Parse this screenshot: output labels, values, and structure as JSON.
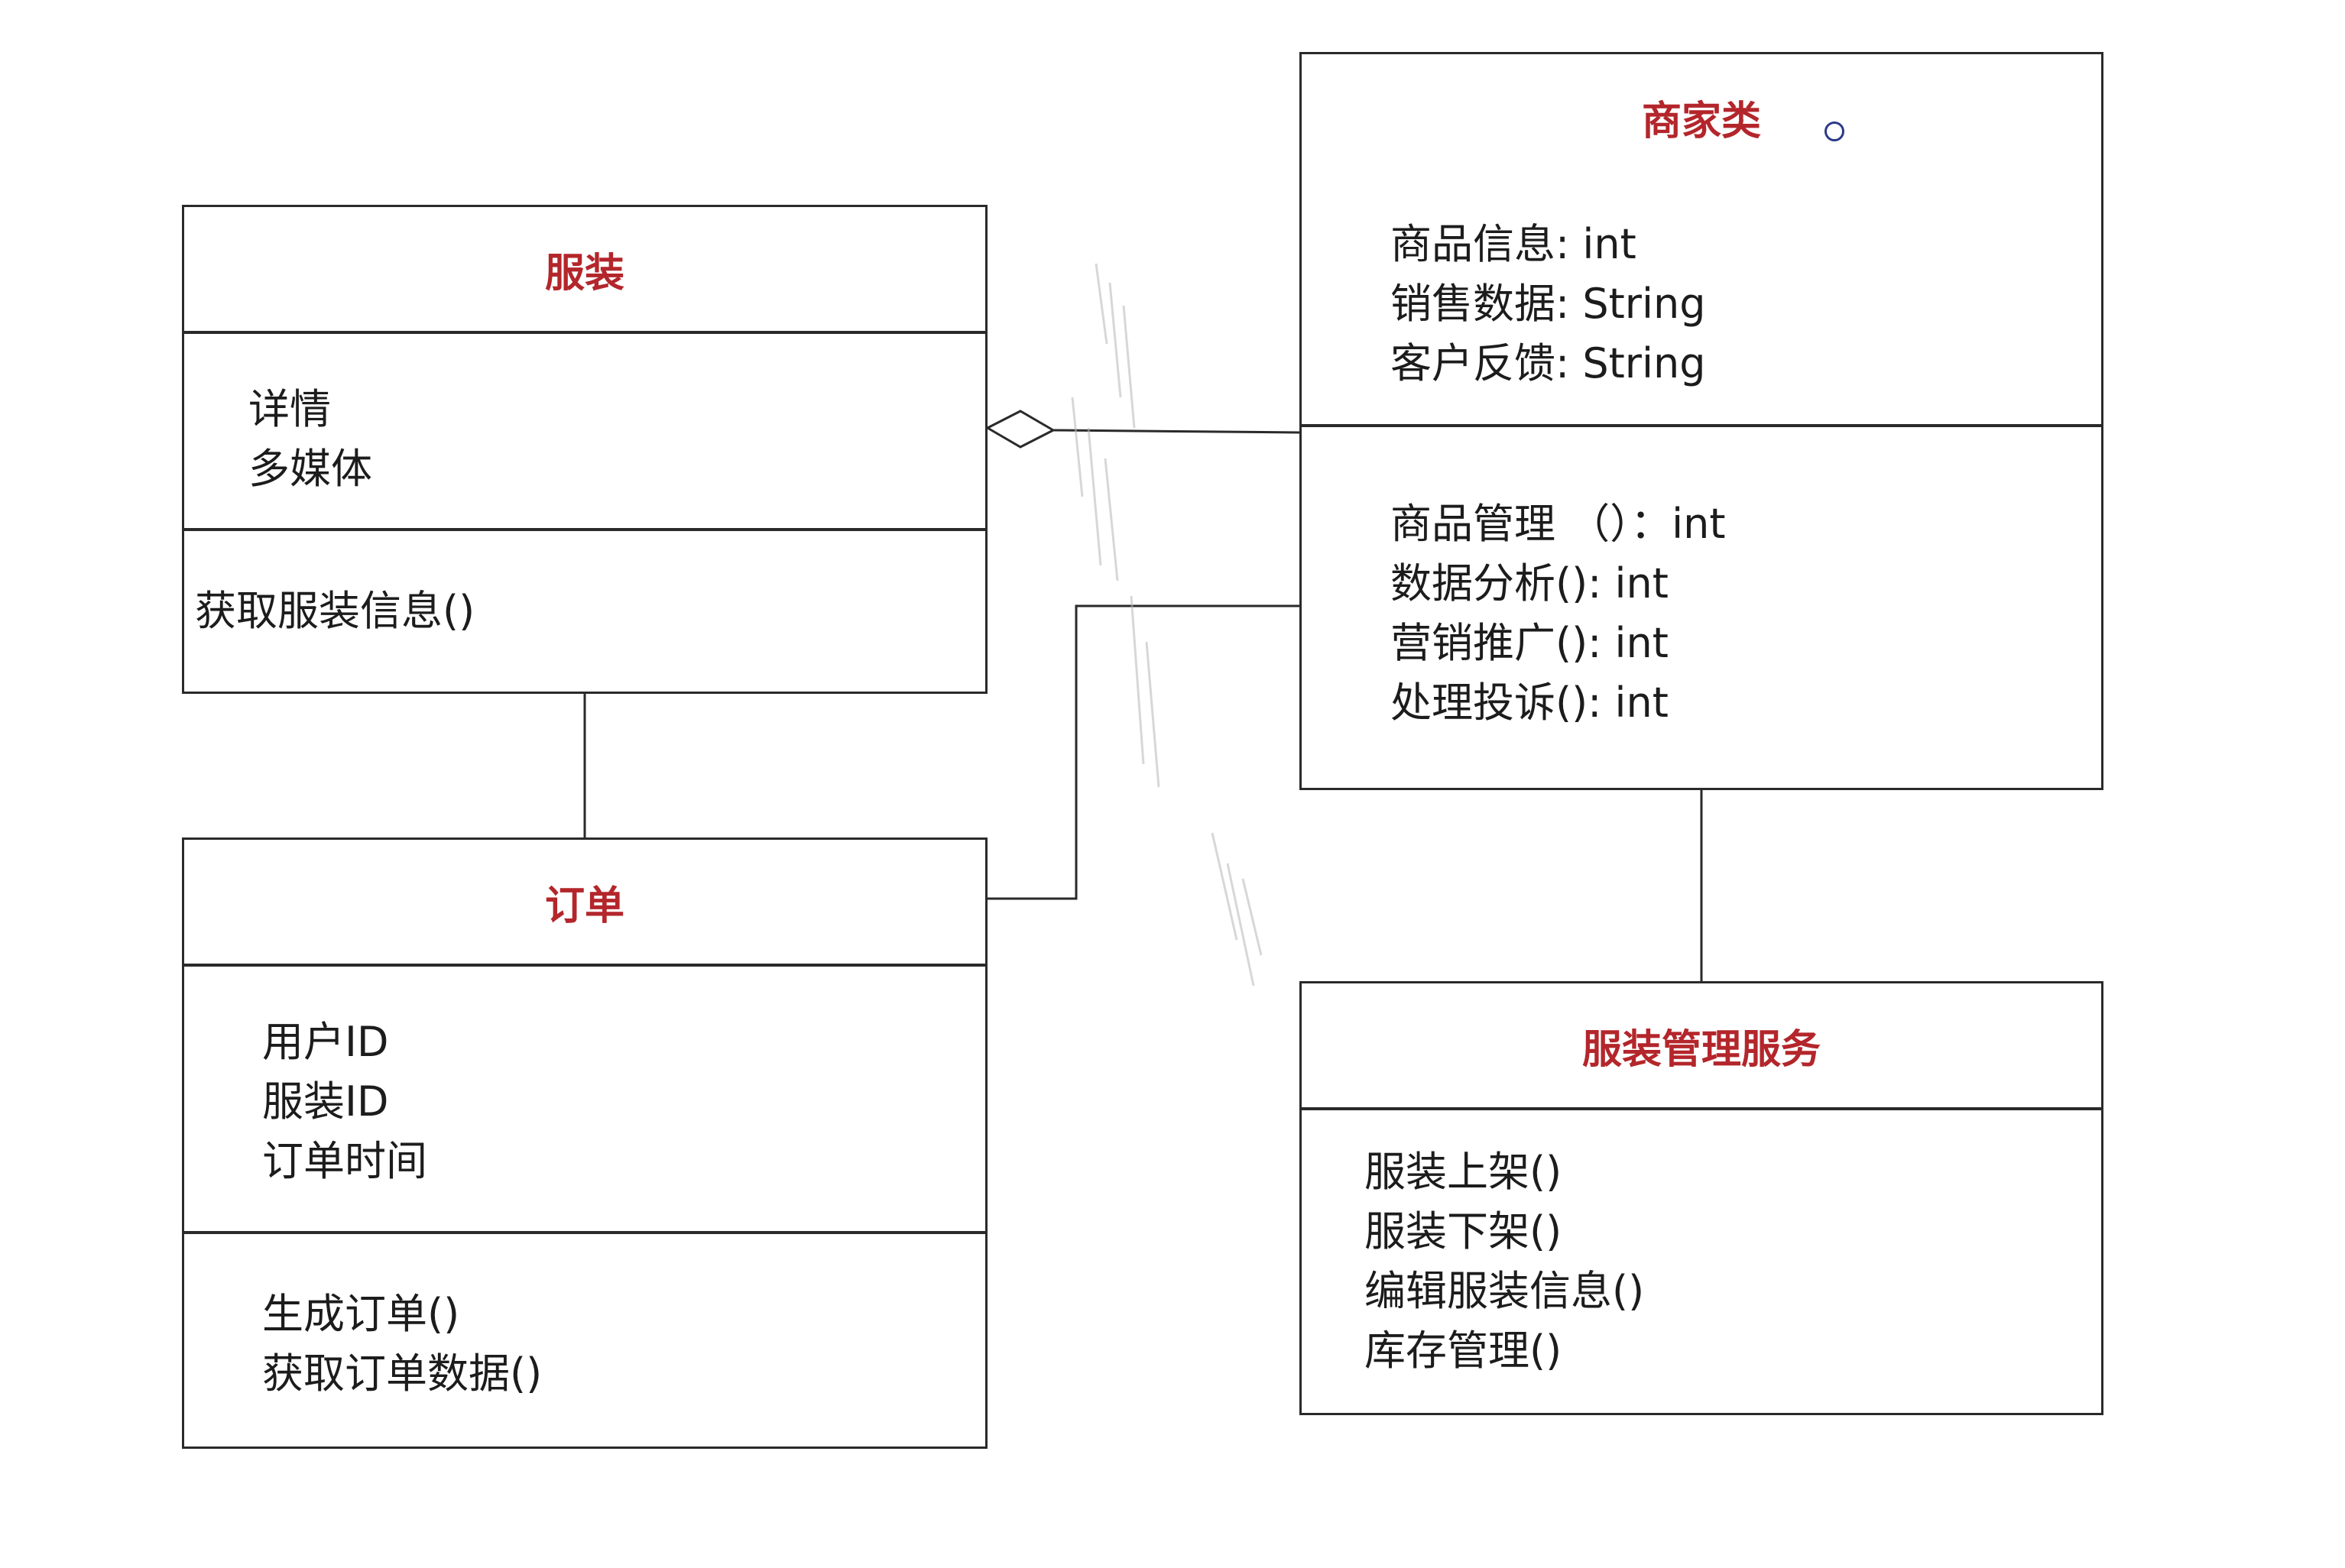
{
  "colors": {
    "title": "#b3262b",
    "text": "#1c1c1c",
    "border": "#2a2a2a",
    "marker": "#2b3a8a"
  },
  "classes": {
    "clothing": {
      "name": "服装",
      "attributes": [
        "详情",
        "多媒体"
      ],
      "methods": [
        "获取服装信息()"
      ]
    },
    "order": {
      "name": "订单",
      "attributes": [
        "用户ID",
        "服装ID",
        "订单时间"
      ],
      "methods": [
        "生成订单()",
        "获取订单数据()"
      ]
    },
    "merchant": {
      "name": "商家类",
      "attributes": [
        "商品信息: int",
        "销售数据: String",
        "客户反馈: String"
      ],
      "methods": [
        "商品管理 （）：int",
        "数据分析(): int",
        "营销推广(): int",
        "处理投诉(): int"
      ]
    },
    "service": {
      "name": "服装管理服务",
      "attributes": [],
      "methods": [
        "服装上架()",
        "服装下架()",
        "编辑服装信息()",
        "库存管理()"
      ]
    }
  },
  "relations": [
    {
      "from": "merchant",
      "to": "clothing",
      "type": "aggregation"
    },
    {
      "from": "clothing",
      "to": "order",
      "type": "association"
    },
    {
      "from": "order",
      "to": "merchant",
      "type": "association"
    },
    {
      "from": "merchant",
      "to": "service",
      "type": "association"
    }
  ]
}
